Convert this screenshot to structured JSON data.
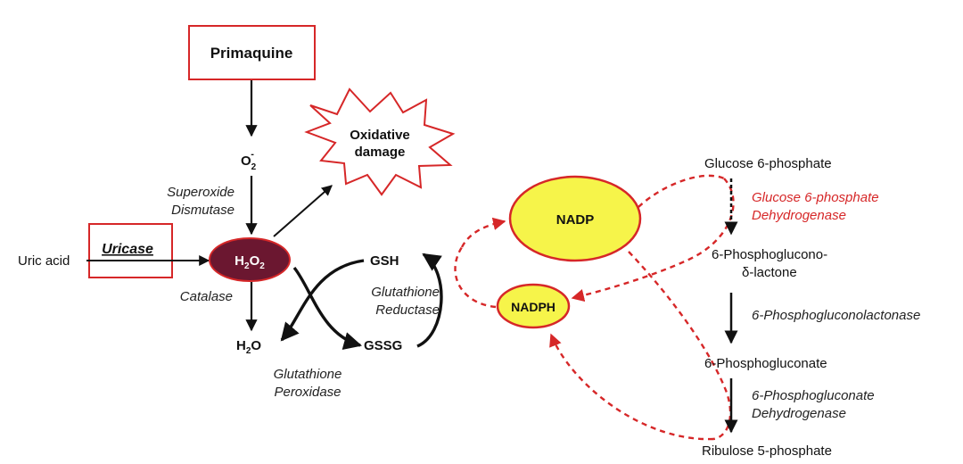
{
  "colors": {
    "red_accent": "#d62728",
    "nadp_fill": "#f6f44a",
    "h2o2_fill": "#6b1730",
    "ink": "#111111"
  },
  "left": {
    "primaquine": "Primaquine",
    "superoxide": {
      "base": "O",
      "sub": "2",
      "sup": "-"
    },
    "oxidative_damage": [
      "Oxidative",
      "damage"
    ],
    "sod": [
      "Superoxide",
      "Dismutase"
    ],
    "uric_acid": "Uric acid",
    "uricase": "Uricase",
    "h2o2": {
      "a": "H",
      "s1": "2",
      "b": "O",
      "s2": "2"
    },
    "catalase": "Catalase",
    "water": {
      "a": "H",
      "s": "2",
      "b": "O"
    },
    "gsh": "GSH",
    "gssg": "GSSG",
    "gr": [
      "Glutathione",
      "Reductase"
    ],
    "gpx": [
      "Glutathione",
      "Peroxidase"
    ]
  },
  "cofactors": {
    "nadp": "NADP",
    "nadph": "NADPH"
  },
  "pathway": {
    "g6p": "Glucose 6-phosphate",
    "g6pd": [
      "Glucose 6-phosphate",
      "Dehydrogenase"
    ],
    "lactone": [
      "6-Phosphoglucono-",
      "δ-lactone"
    ],
    "lactonase": "6-Phosphogluconolactonase",
    "pg": "6-Phosphogluconate",
    "pgd": [
      "6-Phosphogluconate",
      "Dehydrogenase"
    ],
    "ru5p": "Ribulose 5-phosphate"
  }
}
